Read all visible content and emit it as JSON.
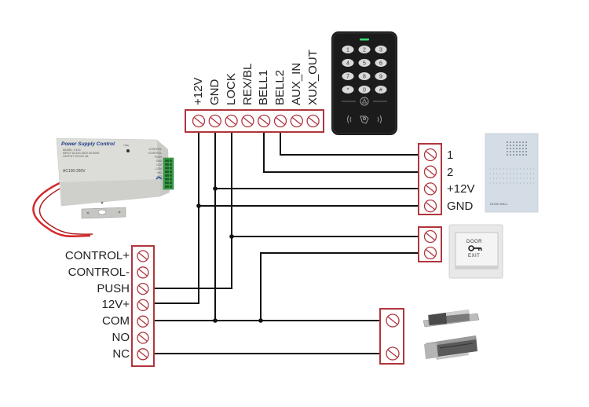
{
  "diagram": {
    "title": "Access control keypad wiring diagram",
    "colors": {
      "terminal_border": "#b0363d",
      "terminal_fill": "#ffffff",
      "wire": "#111111",
      "keypad_body": "#1b1b1b",
      "keypad_key": "#d9d9d9",
      "keypad_led": "#3ddc7a",
      "psu_body": "#d8d8d4",
      "psu_terminal": "#3aa14a",
      "psu_cable": "#d42a2a",
      "doorbell_body": "#d4dde6",
      "exit_plate": "#e6e6e6"
    },
    "controller_terminals": {
      "labels": [
        "+12V",
        "GND",
        "LOCK",
        "REX/BL",
        "BELL1",
        "BELL2",
        "AUX_IN",
        "XUX_OUT"
      ]
    },
    "power_supply": {
      "name": "Power Supply Control",
      "model_lines": [
        "MODEL: K100",
        "INPUT: AC100-260V 50-60HZ",
        "OUTPUT: DC12V 3A"
      ],
      "ac_label": "AC100-260V",
      "side_labels": [
        "-CONTROL",
        "+CONTROL",
        "PUSH",
        "GND",
        "+12V",
        "-COM",
        "+NC",
        "+NO"
      ],
      "time_label": "TIME",
      "terminals": {
        "labels": [
          "CONTROL+",
          "CONTROL-",
          "PUSH",
          "12V+",
          "COM",
          "NO",
          "NC"
        ]
      }
    },
    "doorbell": {
      "name": "DOOR BELL",
      "terminals": {
        "labels": [
          "1",
          "2",
          "+12V",
          "GND"
        ]
      }
    },
    "exit_button": {
      "line1": "DOOR",
      "line2": "EXIT",
      "icon": "key-icon",
      "terminals": {
        "count": 2
      }
    },
    "lock": {
      "devices": [
        "electric bolt lock",
        "magnetic lock"
      ],
      "terminals": {
        "count": 2
      }
    },
    "keypad": {
      "keys": [
        "1",
        "2",
        "3",
        "4",
        "5",
        "6",
        "7",
        "8",
        "9",
        "*",
        "0",
        "#"
      ],
      "icons": [
        "bell-icon",
        "rfid-card-icon"
      ]
    },
    "connections": [
      {
        "from": "+12V",
        "to": "12V+ (PSU)"
      },
      {
        "from": "+12V",
        "to": "GND (doorbell)"
      },
      {
        "from": "GND",
        "to": "COM (PSU)"
      },
      {
        "from": "GND",
        "to": "+12V (doorbell)"
      },
      {
        "from": "LOCK",
        "to": "PUSH (PSU)"
      },
      {
        "from": "LOCK",
        "to": "exit button terminal 1"
      },
      {
        "from": "BELL1",
        "to": "2 (doorbell)"
      },
      {
        "from": "BELL2",
        "to": "1 (doorbell)"
      },
      {
        "from": "COM (PSU)",
        "to": "exit button terminal 2"
      },
      {
        "from": "COM (PSU)",
        "to": "lock terminal 1"
      },
      {
        "from": "NC (PSU)",
        "to": "lock terminal 2"
      }
    ]
  }
}
